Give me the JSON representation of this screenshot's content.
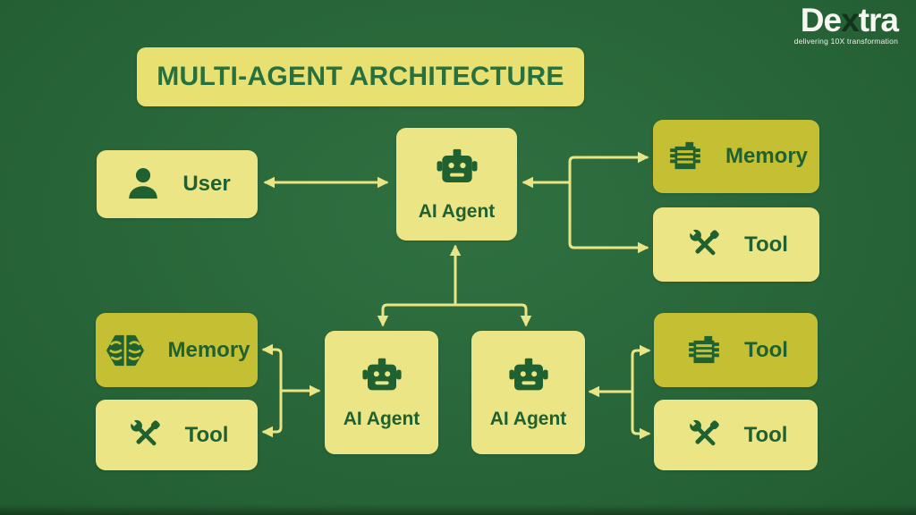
{
  "colors": {
    "background_green": "#286639",
    "box_yellow_light": "#ebe586",
    "box_yellow_olive": "#c5c033",
    "title_yellow": "#e8e171",
    "dark_green_ink": "#1f6131",
    "connector_yellow": "#eae584",
    "logo_white": "#f6f7f2",
    "logo_x_green": "#15321d"
  },
  "logo": {
    "part1": "De",
    "part2": "x",
    "part3": "tra",
    "tagline": "delivering 10X transformation"
  },
  "title": "MULTI-AGENT ARCHITECTURE",
  "nodes": {
    "user": {
      "label": "User",
      "icon": "user-icon"
    },
    "agent_top": {
      "label": "AI Agent",
      "icon": "robot-icon"
    },
    "memory_right": {
      "label": "Memory",
      "icon": "memory-chip-icon"
    },
    "tool_right": {
      "label": "Tool",
      "icon": "tools-icon"
    },
    "memory_left": {
      "label": "Memory",
      "icon": "brain-icon"
    },
    "tool_left": {
      "label": "Tool",
      "icon": "tools-icon"
    },
    "agent_left": {
      "label": "AI Agent",
      "icon": "robot-icon"
    },
    "agent_right": {
      "label": "AI Agent",
      "icon": "robot-icon"
    },
    "tool_chip_right": {
      "label": "Tool",
      "icon": "memory-chip-icon"
    },
    "tool_bottom_right": {
      "label": "Tool",
      "icon": "tools-icon"
    }
  },
  "connections": [
    {
      "from": "user",
      "to": "agent_top",
      "direction": "bidirectional"
    },
    {
      "from": "agent_top",
      "to": "memory_right",
      "direction": "both-arrowed-junction"
    },
    {
      "from": "agent_top",
      "to": "tool_right",
      "direction": "both-arrowed-junction"
    },
    {
      "from": "agent_top",
      "to": "agent_left",
      "direction": "bidirectional-tree"
    },
    {
      "from": "agent_top",
      "to": "agent_right",
      "direction": "bidirectional-tree"
    },
    {
      "from": "agent_left",
      "to": "memory_left",
      "direction": "both-arrowed-junction"
    },
    {
      "from": "agent_left",
      "to": "tool_left",
      "direction": "both-arrowed-junction"
    },
    {
      "from": "agent_right",
      "to": "tool_chip_right",
      "direction": "both-arrowed-junction"
    },
    {
      "from": "agent_right",
      "to": "tool_bottom_right",
      "direction": "both-arrowed-junction"
    }
  ]
}
